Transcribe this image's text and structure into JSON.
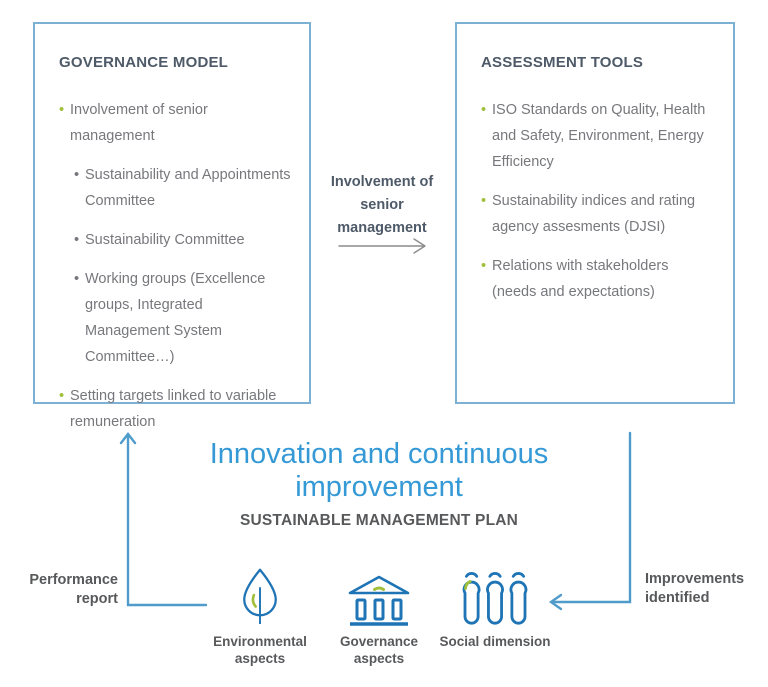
{
  "colors": {
    "box_border": "#7db1d4",
    "heading": "#4e5a68",
    "body_text": "#77787c",
    "green_accent": "#a0bf3a",
    "blue_line": "#4f9ccb",
    "gray_arrow": "#8c8c8c",
    "cycle_title_blue": "#3599d6",
    "icon_blue": "#1e74b4",
    "dark_label": "#58595b"
  },
  "governance_box": {
    "title": "GOVERNANCE MODEL",
    "items": [
      {
        "level": 1,
        "bullet": "green",
        "text": "Involvement of senior management"
      },
      {
        "level": 2,
        "bullet": "gray",
        "text": "Sustainability and Appointments Committee"
      },
      {
        "level": 2,
        "bullet": "gray",
        "text": "Sustainability Committee"
      },
      {
        "level": 2,
        "bullet": "gray",
        "text": "Working groups (Excellence groups, Integrated Management System Committee…)"
      },
      {
        "level": 1,
        "bullet": "green",
        "text": "Setting targets linked to variable remuneration"
      }
    ]
  },
  "assessment_box": {
    "title": "ASSESSMENT TOOLS",
    "items": [
      {
        "level": 1,
        "bullet": "green",
        "text": "ISO Standards on Quality, Health and Safety, Environment, Energy Efficiency"
      },
      {
        "level": 1,
        "bullet": "green",
        "text": "Sustainability indices and rating agency assesments (DJSI)"
      },
      {
        "level": 1,
        "bullet": "green",
        "text": "Relations with stakeholders (needs and expectations)"
      }
    ]
  },
  "connector": {
    "label": "Involvement of senior management"
  },
  "cycle": {
    "title": "Innovation and continuous improvement",
    "plan_heading": "SUSTAINABLE MANAGEMENT PLAN",
    "left_label": "Performance report",
    "right_label": "Improvements identified",
    "aspects": [
      {
        "icon": "leaf-icon",
        "label": "Environmental aspects"
      },
      {
        "icon": "building-icon",
        "label": "Governance aspects"
      },
      {
        "icon": "people-icon",
        "label": "Social dimension"
      }
    ]
  }
}
